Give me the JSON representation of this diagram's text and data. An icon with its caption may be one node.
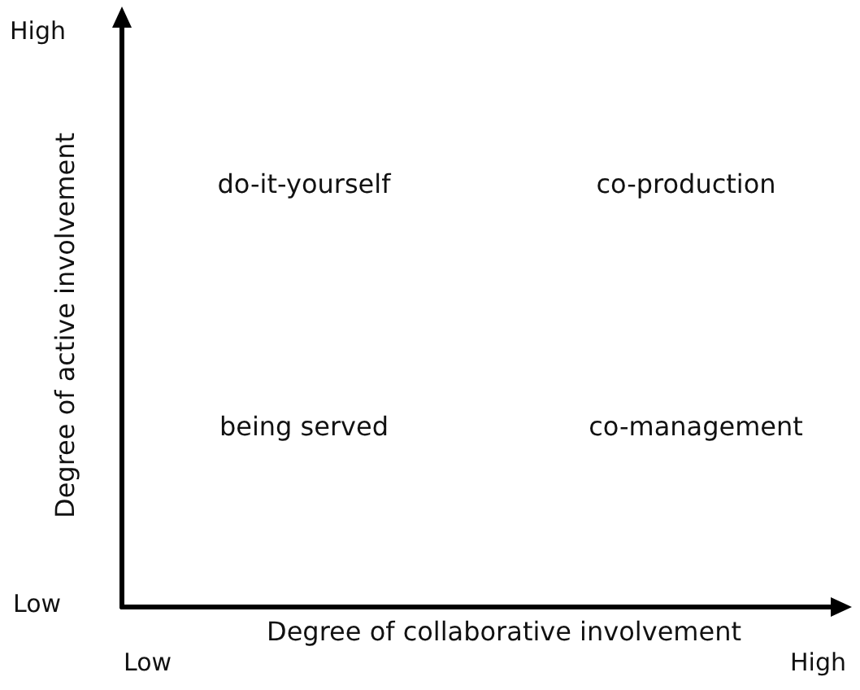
{
  "diagram": {
    "labels": [
      "High",
      "Degree of active involvement",
      "do-it-yourself",
      "co-production",
      "being served",
      "co-management",
      "Low",
      "Degree of collaborative involvement",
      "Low",
      "High"
    ]
  }
}
